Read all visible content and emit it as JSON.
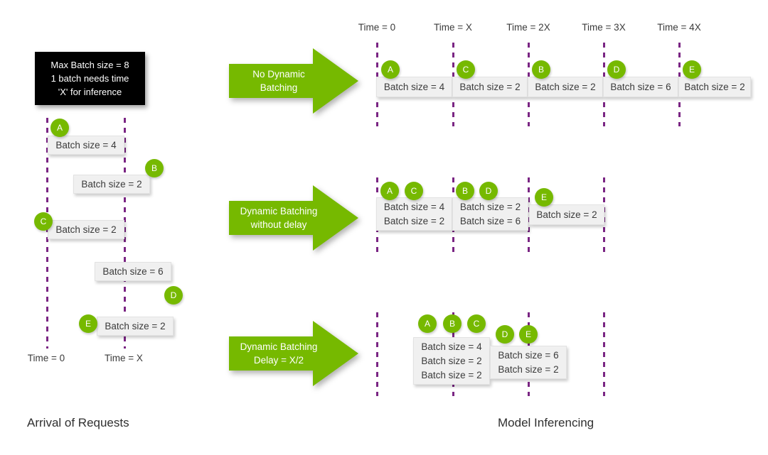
{
  "note": {
    "lines": [
      "Max Batch size = 8",
      "1 batch needs time",
      "'X' for inference"
    ]
  },
  "colors": {
    "green": "#76b900",
    "purple": "#7a2583",
    "box_fill": "#f0f0f0",
    "note_bg": "#000000",
    "text": "#3b3b3b"
  },
  "arrows": [
    {
      "id": "no-dynamic-batching",
      "lines": [
        "No Dynamic",
        "Batching"
      ]
    },
    {
      "id": "dynamic-batching-without-delay",
      "lines": [
        "Dynamic Batching",
        "without delay"
      ]
    },
    {
      "id": "dynamic-batching-delay",
      "lines": [
        "Dynamic Batching",
        "Delay = X/2"
      ]
    }
  ],
  "left_panel": {
    "caption": "Arrival of Requests",
    "time_labels": [
      "Time = 0",
      "Time = X"
    ],
    "requests": [
      {
        "id": "A",
        "label": "Batch size = 4"
      },
      {
        "id": "B",
        "label": "Batch size = 2"
      },
      {
        "id": "C",
        "label": "Batch size = 2"
      },
      {
        "id": "D",
        "label": "Batch size = 6"
      },
      {
        "id": "E",
        "label": "Batch size = 2"
      }
    ]
  },
  "right_panel": {
    "caption": "Model Inferencing",
    "time_labels": [
      "Time = 0",
      "Time = X",
      "Time = 2X",
      "Time = 3X",
      "Time = 4X"
    ],
    "rows": [
      {
        "id": "no-dynamic-batching",
        "slots": [
          {
            "badges": [
              "A"
            ],
            "lines": [
              "Batch size = 4"
            ]
          },
          {
            "badges": [
              "C"
            ],
            "lines": [
              "Batch size = 2"
            ]
          },
          {
            "badges": [
              "B"
            ],
            "lines": [
              "Batch size = 2"
            ]
          },
          {
            "badges": [
              "D"
            ],
            "lines": [
              "Batch size = 6"
            ]
          },
          {
            "badges": [
              "E"
            ],
            "lines": [
              "Batch size = 2"
            ]
          }
        ]
      },
      {
        "id": "dynamic-batching-without-delay",
        "slots": [
          {
            "badges": [
              "A",
              "C"
            ],
            "lines": [
              "Batch size = 4",
              "Batch size = 2"
            ]
          },
          {
            "badges": [
              "B",
              "D"
            ],
            "lines": [
              "Batch size = 2",
              "Batch size = 6"
            ]
          },
          {
            "badges": [
              "E"
            ],
            "lines": [
              "Batch size = 2"
            ]
          }
        ]
      },
      {
        "id": "dynamic-batching-delay",
        "slots": [
          {
            "badges": [
              "A",
              "B",
              "C"
            ],
            "lines": [
              "Batch size = 4",
              "Batch size = 2",
              "Batch size = 2"
            ]
          },
          {
            "badges": [
              "D",
              "E"
            ],
            "lines": [
              "Batch size = 6",
              "Batch size = 2"
            ]
          }
        ]
      }
    ]
  }
}
